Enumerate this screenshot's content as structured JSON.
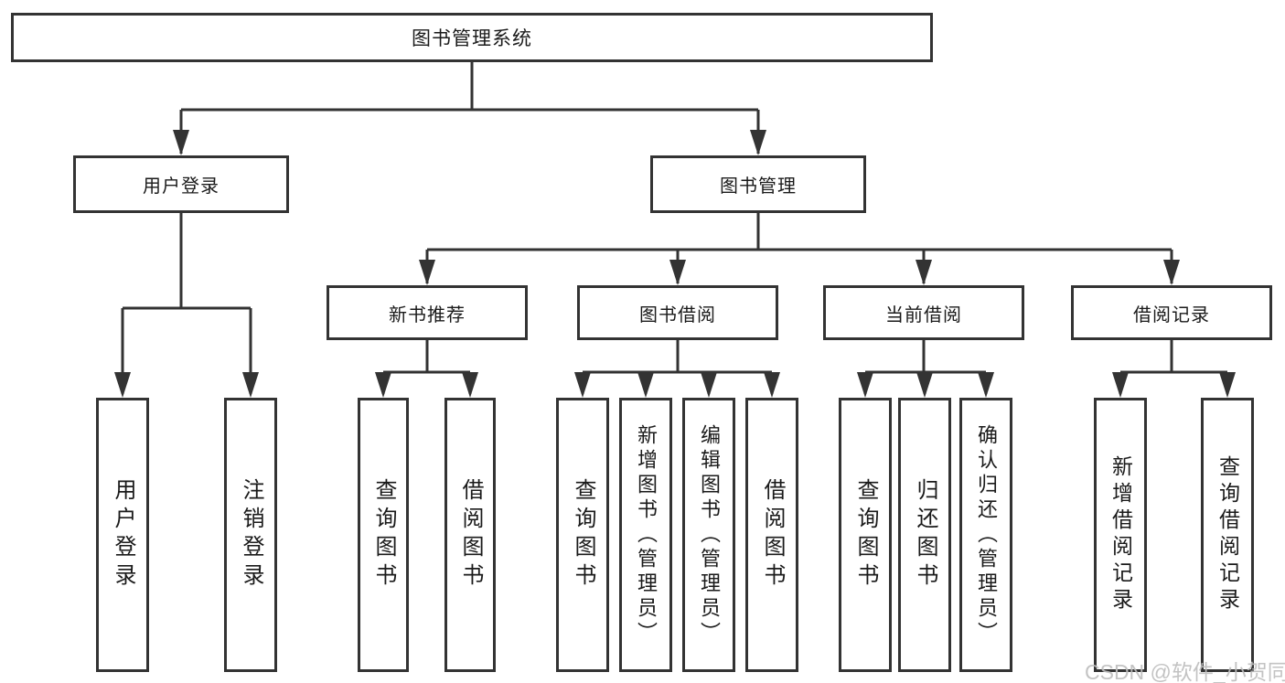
{
  "diagram": {
    "root": {
      "label": "图书管理系统"
    },
    "user_login": {
      "label": "用户登录",
      "children": [
        "用户登录",
        "注销登录"
      ]
    },
    "book_mgmt": {
      "label": "图书管理"
    },
    "new_book": {
      "label": "新书推荐",
      "children": [
        "查询图书",
        "借阅图书"
      ]
    },
    "book_borrow": {
      "label": "图书借阅",
      "children": [
        "查询图书",
        "新增图书（管理员）",
        "编辑图书（管理员）",
        "借阅图书"
      ]
    },
    "current_borrow": {
      "label": "当前借阅",
      "children": [
        "查询图书",
        "归还图书",
        "确认归还（管理员）"
      ]
    },
    "borrow_record": {
      "label": "借阅记录",
      "children": [
        "新增借阅记录",
        "查询借阅记录"
      ]
    },
    "colors": {
      "line": "#333333",
      "text": "#1a1a1a",
      "background": "#ffffff",
      "watermark": "#bebebe"
    }
  },
  "watermark": {
    "text": "CSDN @软件_小贺同学"
  }
}
